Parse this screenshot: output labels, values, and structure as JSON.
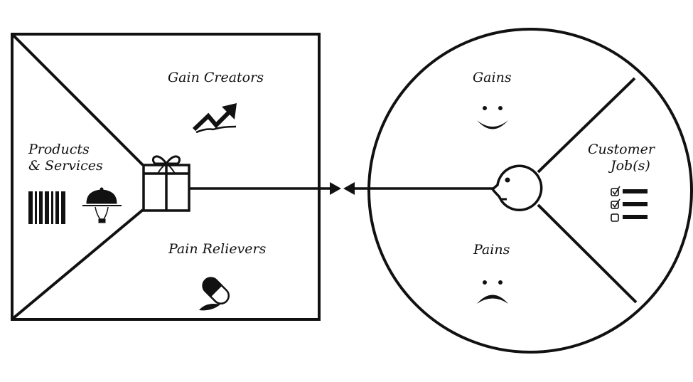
{
  "value_map": {
    "gain_creators": "Gain Creators",
    "products_services_line1": "Products",
    "products_services_line2": "& Services",
    "pain_relievers": "Pain Relievers"
  },
  "customer_profile": {
    "gains": "Gains",
    "customer_jobs_line1": "Customer",
    "customer_jobs_line2": "Job(s)",
    "pains": "Pains",
    "job_checklist": [
      true,
      true,
      false
    ]
  },
  "colors": {
    "ink": "#111111",
    "background": "#ffffff"
  },
  "icons": {
    "gain_creators": "trending-up-arrow-icon",
    "products_services": [
      "barcode-icon",
      "serving-cloche-icon"
    ],
    "pain_relievers": "pill-capsule-icon",
    "value_proposition": "gift-box-icon",
    "gains": "smile-face-icon",
    "pains": "frown-face-icon",
    "customer": "customer-head-icon",
    "jobs": "checklist-icon"
  }
}
